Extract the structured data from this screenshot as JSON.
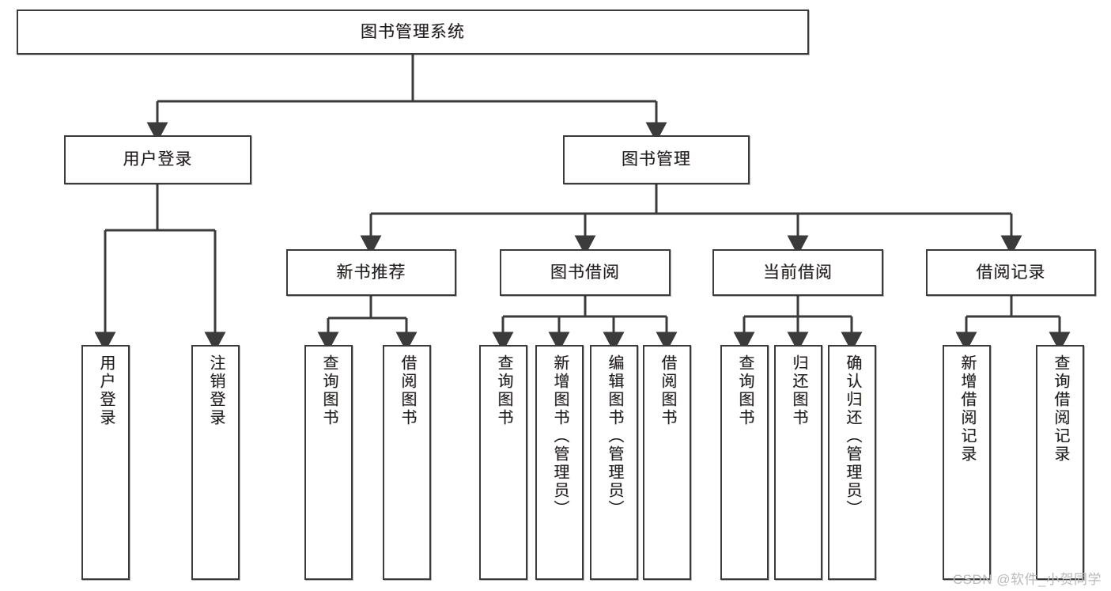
{
  "diagram": {
    "type": "hierarchy-tree",
    "title": "图书管理系统",
    "watermark": "CSDN @软件_小贺同学",
    "colors": {
      "box_border": "#3b3b3b",
      "box_fill": "#ffffff",
      "edge": "#3b3b3b",
      "text": "#1d1d1d",
      "watermark": "#b9b9b9"
    },
    "levels": {
      "root": {
        "label": "图书管理系统"
      },
      "level2": [
        {
          "label": "用户登录"
        },
        {
          "label": "图书管理"
        }
      ],
      "level3": [
        {
          "label": "新书推荐"
        },
        {
          "label": "图书借阅"
        },
        {
          "label": "当前借阅"
        },
        {
          "label": "借阅记录"
        }
      ],
      "leaves": {
        "user_login": [
          {
            "label": "用户登录"
          },
          {
            "label": "注销登录"
          }
        ],
        "new_book": [
          {
            "label": "查询图书"
          },
          {
            "label": "借阅图书"
          }
        ],
        "book_borrow": [
          {
            "label": "查询图书"
          },
          {
            "label": "新增图书（管理员）"
          },
          {
            "label": "编辑图书（管理员）"
          },
          {
            "label": "借阅图书"
          }
        ],
        "current_borrow": [
          {
            "label": "查询图书"
          },
          {
            "label": "归还图书"
          },
          {
            "label": "确认归还（管理员）"
          }
        ],
        "borrow_record": [
          {
            "label": "新增借阅记录"
          },
          {
            "label": "查询借阅记录"
          }
        ]
      }
    }
  }
}
